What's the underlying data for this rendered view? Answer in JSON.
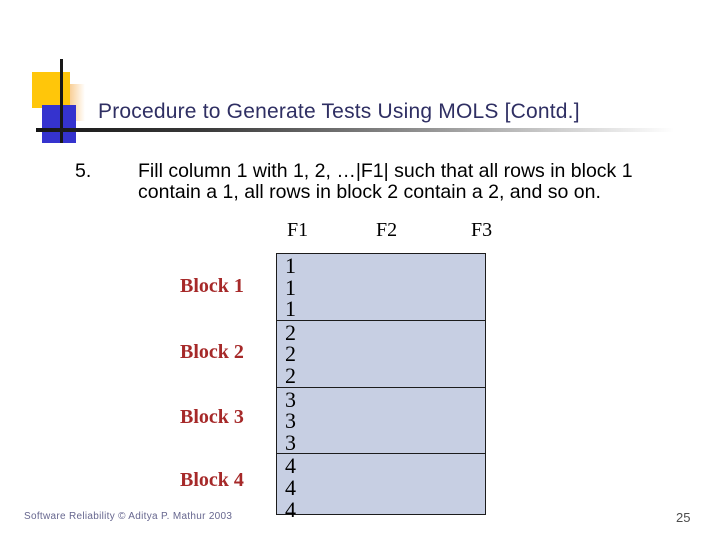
{
  "slide": {
    "title": "Procedure to Generate Tests Using MOLS [Contd.]",
    "step_number": "5.",
    "step_text": "Fill column 1 with 1, 2, …|F1| such that all rows in block 1 contain a 1, all rows in block 2 contain a 2, and so on.",
    "footer": "Software Reliability © Aditya P. Mathur 2003",
    "page_number": "25"
  },
  "table": {
    "headers": [
      "F1",
      "F2",
      "F3"
    ],
    "blocks": [
      {
        "label": "Block 1",
        "values": [
          "1",
          "1",
          "1"
        ]
      },
      {
        "label": "Block 2",
        "values": [
          "2",
          "2",
          "2"
        ]
      },
      {
        "label": "Block 3",
        "values": [
          "3",
          "3",
          "3"
        ]
      },
      {
        "label": "Block 4",
        "values": [
          "4",
          "4",
          "4"
        ]
      }
    ]
  },
  "colors": {
    "title_text": "#2F2F63",
    "block_label_red": "#A62929",
    "table_fill": "#C7CFE3",
    "accent_yellow": "#FFC60A",
    "accent_blue": "#3533CE",
    "footer_text": "#67678F"
  }
}
